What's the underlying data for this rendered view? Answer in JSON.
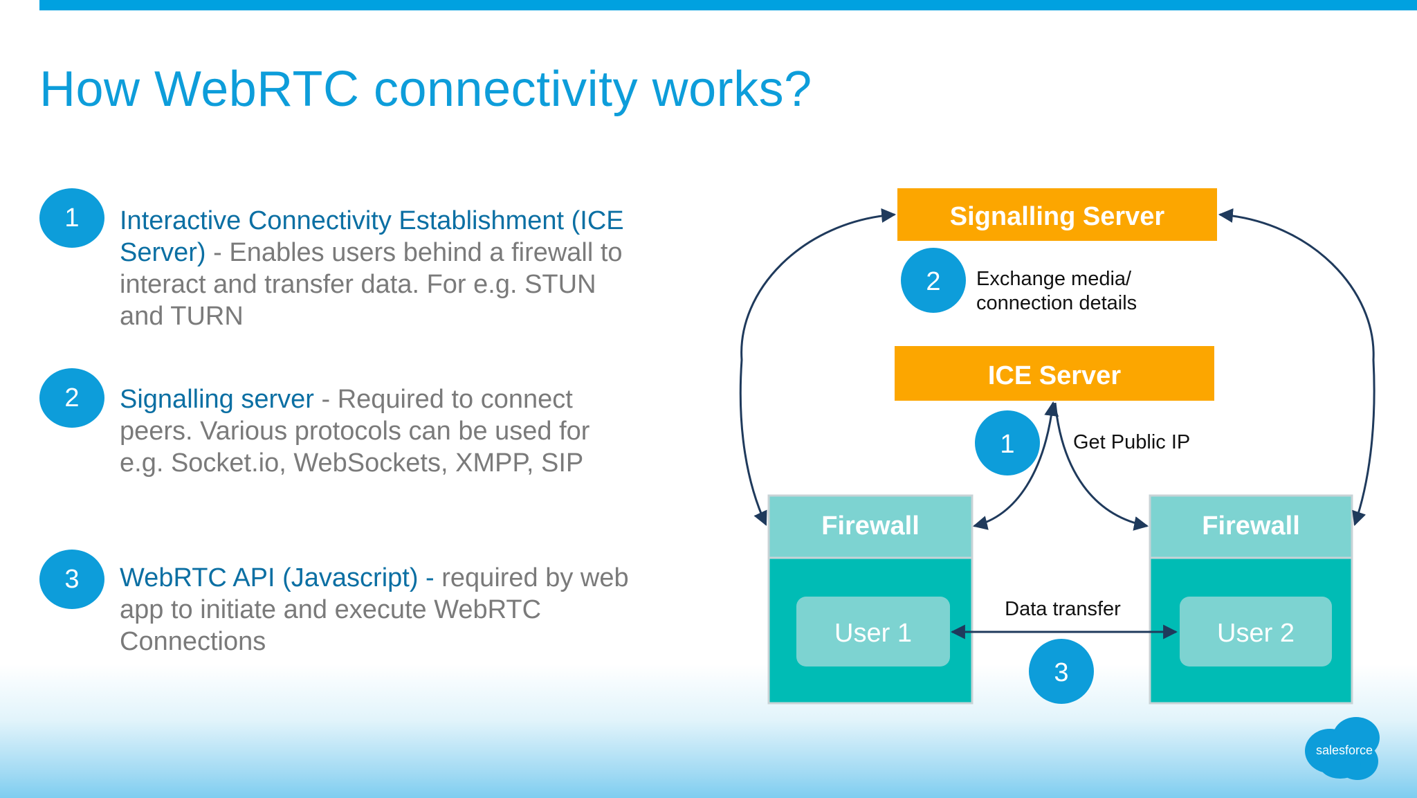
{
  "slide": {
    "title": "How WebRTC connectivity works?"
  },
  "list": [
    {
      "number": "1",
      "highlight": "Interactive Connectivity Establishment (ICE Server)",
      "text": " - Enables users behind a firewall to interact and transfer data. For e.g. STUN and TURN"
    },
    {
      "number": "2",
      "highlight": "Signalling server",
      "text": " - Required to connect peers. Various protocols can be used for e.g. Socket.io, WebSockets, XMPP, SIP"
    },
    {
      "number": "3",
      "highlight": "WebRTC API (Javascript) -",
      "text": " required by web app to initiate and execute WebRTC Connections"
    }
  ],
  "diagram": {
    "signalling_server": "Signalling Server",
    "ice_server": "ICE Server",
    "step2_number": "2",
    "step2_label_line1": "Exchange media/",
    "step2_label_line2": "connection details",
    "step1_number": "1",
    "step1_label": "Get Public IP",
    "firewall_left": "Firewall",
    "firewall_right": "Firewall",
    "user1": "User 1",
    "user2": "User 2",
    "data_transfer": "Data transfer",
    "step3_number": "3"
  },
  "logo": {
    "text": "salesforce"
  },
  "colors": {
    "accent": "#0d9dda",
    "title": "#0d9dda",
    "orange_box": "#fca600",
    "firewall_header": "#7dd3d1",
    "firewall_body": "#00bcb5",
    "user_box": "#7dd3d1",
    "arrow": "#1f3a5c"
  }
}
